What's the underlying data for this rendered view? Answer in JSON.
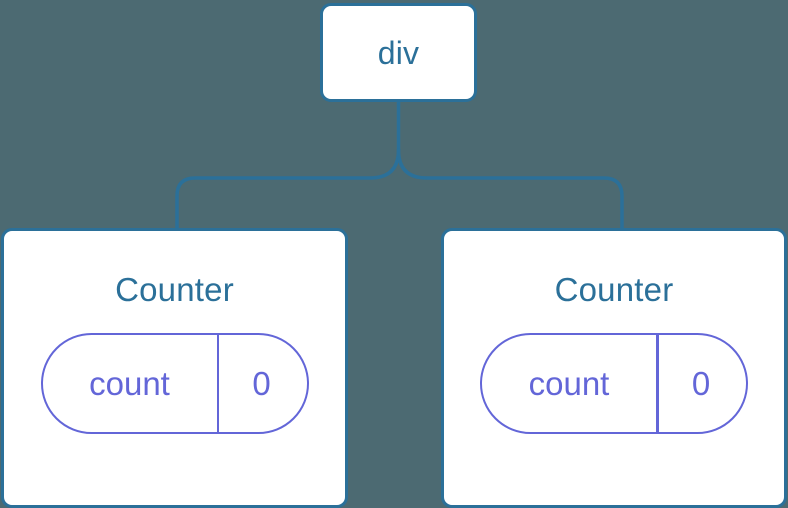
{
  "diagram": {
    "type": "component-tree",
    "title": "React component tree with local state",
    "background_color": "#4c6a72",
    "node_border_color": "#2b7099",
    "node_fill_color": "#ffffff",
    "node_text_color": "#2b7099",
    "state_accent_color": "#6366d8",
    "connector_color": "#2b7099",
    "root": {
      "label": "div"
    },
    "children": [
      {
        "label": "Counter",
        "state": {
          "key": "count",
          "value": "0"
        }
      },
      {
        "label": "Counter",
        "state": {
          "key": "count",
          "value": "0"
        }
      }
    ]
  }
}
